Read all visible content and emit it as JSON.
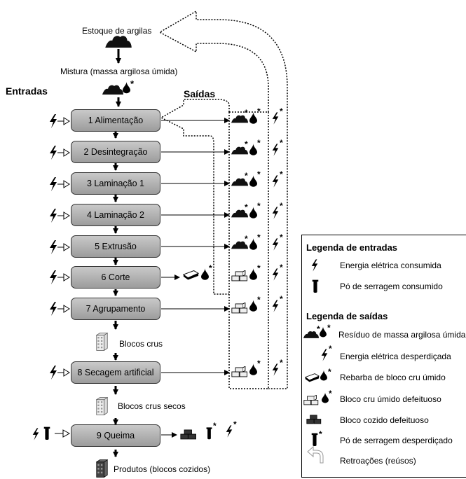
{
  "headings": {
    "entradas": "Entradas",
    "saidas": "Saídas"
  },
  "stock": "Estoque de argilas",
  "mixture": "Mistura (massa argilosa úmida)",
  "steps": [
    "1 Alimentação",
    "2 Desintegração",
    "3 Laminação 1",
    "4 Laminação 2",
    "5 Extrusão",
    "6 Corte",
    "7 Agrupamento",
    "8 Secagem artificial",
    "9 Queima"
  ],
  "intermediates": {
    "raw": "Blocos crus",
    "dried": "Blocos crus secos",
    "products": "Produtos (blocos cozidos)"
  },
  "legend": {
    "inputs_title": "Legenda de entradas",
    "inputs": [
      "Energia elétrica consumida",
      "Pó de serragem consumido"
    ],
    "outputs_title": "Legenda de saídas",
    "outputs": [
      "Resíduo de massa argilosa úmida",
      "Energia elétrica desperdiçada",
      "Rebarba de bloco cru úmido",
      "Bloco cru úmido defeituoso",
      "Bloco cozido defeituoso",
      "Pó de serragem desperdiçado",
      "Retroações (reúsos)"
    ]
  },
  "marks": {
    "asterisk": "*"
  },
  "icons": [
    "lightning-icon",
    "sawdust-icon",
    "clay-waste-icon",
    "water-drop-icon",
    "brick-burr-icon",
    "defective-raw-block-icon",
    "defective-fired-block-icon",
    "block-icon",
    "feedback-arrow-icon"
  ],
  "colors": {
    "box_fill_top": "#c9c9c9",
    "box_fill_bottom": "#9c9c9c",
    "dark": "#333333"
  }
}
